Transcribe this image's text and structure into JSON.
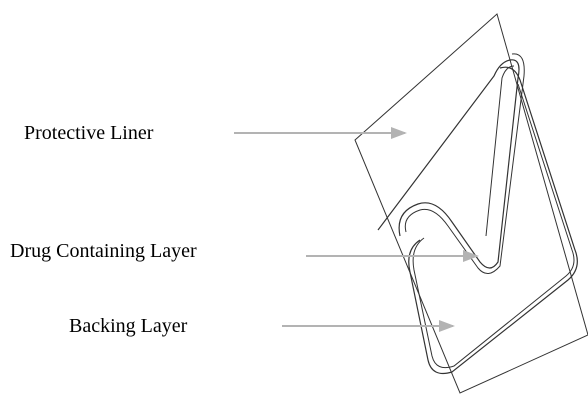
{
  "labels": {
    "protective_liner": "Protective Liner",
    "drug_layer": "Drug Containing Layer",
    "backing_layer": "Backing Layer"
  },
  "colors": {
    "outline": "#333333",
    "arrow": "#b3b3b3",
    "text": "#000000"
  }
}
